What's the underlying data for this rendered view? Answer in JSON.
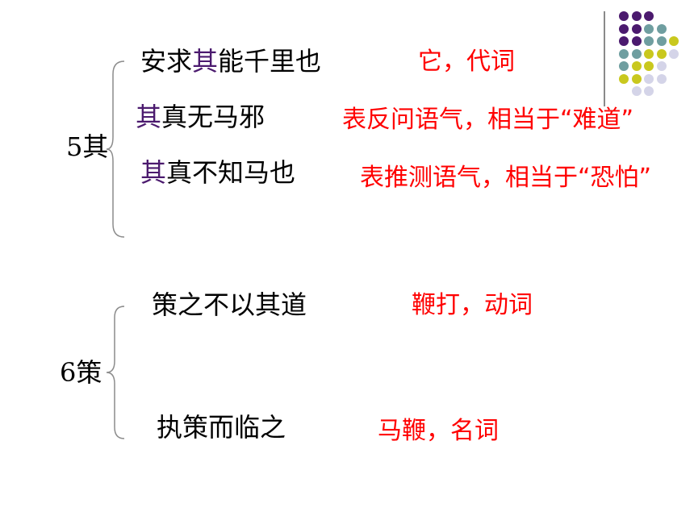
{
  "groups": [
    {
      "label": "5其",
      "items": [
        {
          "pre": "安求",
          "hl": "其",
          "post": "能千里也",
          "explanation": "它，代词"
        },
        {
          "pre": "",
          "hl": "其",
          "post": "真无马邪",
          "explanation": "表反问语气，相当于“难道”"
        },
        {
          "pre": "",
          "hl": "其",
          "post": "真不知马也",
          "explanation": "表推测语气，相当于“恐怕”"
        }
      ]
    },
    {
      "label": "6策",
      "items": [
        {
          "pre": "策之不以其道",
          "hl": "",
          "post": "",
          "explanation": "鞭打，动词"
        },
        {
          "pre": "执策而临之",
          "hl": "",
          "post": "",
          "explanation": "马鞭，名词"
        }
      ]
    }
  ],
  "colors": {
    "highlight": "#4b1a6e",
    "explanation": "#ff0000",
    "deco_purple": "#4b1a6e",
    "deco_teal": "#6f9ea0",
    "deco_olive": "#c9c81e",
    "deco_lavender": "#d4d4e8"
  }
}
